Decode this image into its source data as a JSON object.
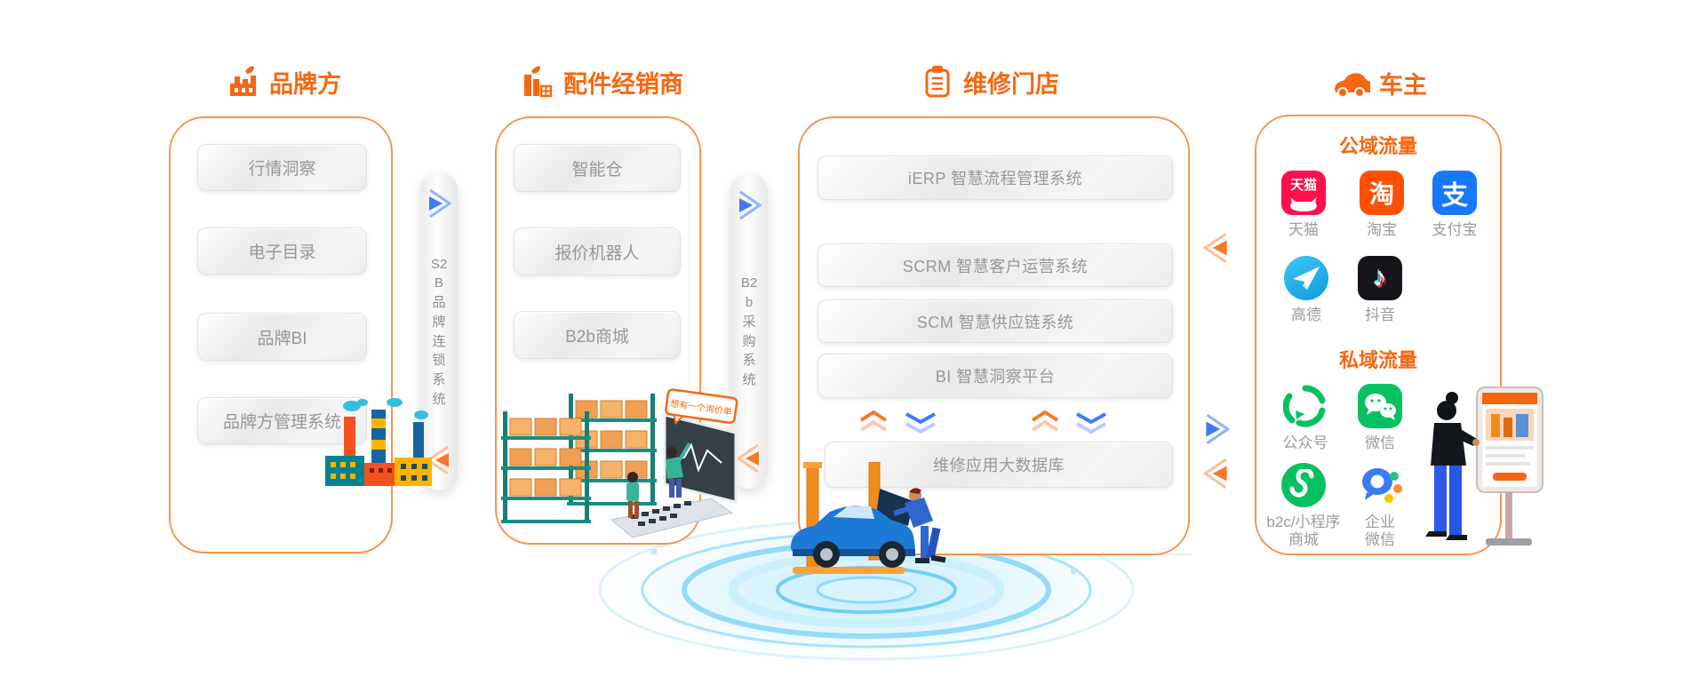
{
  "palette": {
    "accent": "#F7670F",
    "panel_border": "#F9944C",
    "button_text": "#97989A",
    "arrow_blue": "#3E7BFA",
    "tmall_red": "#FF0F4B",
    "taobao_orange": "#FF5000",
    "alipay_blue": "#1677FF",
    "amap_blue": "#29B6F0",
    "wechat_green": "#07C160",
    "douyin_black": "#16161A",
    "wecom_blue": "#3A7BF0"
  },
  "sections": {
    "brand": {
      "title": "品牌方",
      "items": [
        "行情洞察",
        "电子目录",
        "品牌BI",
        "品牌方管理系统"
      ]
    },
    "dealer": {
      "title": "配件经销商",
      "items": [
        "智能仓",
        "报价机器人",
        "B2b商城"
      ],
      "callout": "想有一个询价单"
    },
    "store": {
      "title": "维修门店",
      "items": [
        "iERP 智慧流程管理系统",
        "SCRM 智慧客户运营系统",
        "SCM 智慧供应链系统",
        "BI 智慧洞察平台"
      ],
      "database": "维修应用大数据库"
    },
    "owner": {
      "title": "车主",
      "public_label": "公域流量",
      "private_label": "私域流量",
      "apps": {
        "tmall": "天猫",
        "taobao": "淘宝",
        "alipay": "支付宝",
        "amap": "高德",
        "douyin": "抖音",
        "official_account": "公众号",
        "wechat": "微信",
        "miniprogram": "b2c/小程序\n商城",
        "wecom": "企业\n微信"
      },
      "glyphs": {
        "tmall": "天猫",
        "taobao": "淘",
        "alipay": "支"
      }
    }
  },
  "connectors": {
    "s2b": {
      "label": "S2B品牌连锁系统",
      "lines": "S2\nB\n品\n牌\n连\n锁\n系\n统"
    },
    "b2b": {
      "label": "B2b采购系统",
      "lines": "B2\nb\n采\n购\n系\n统"
    }
  }
}
